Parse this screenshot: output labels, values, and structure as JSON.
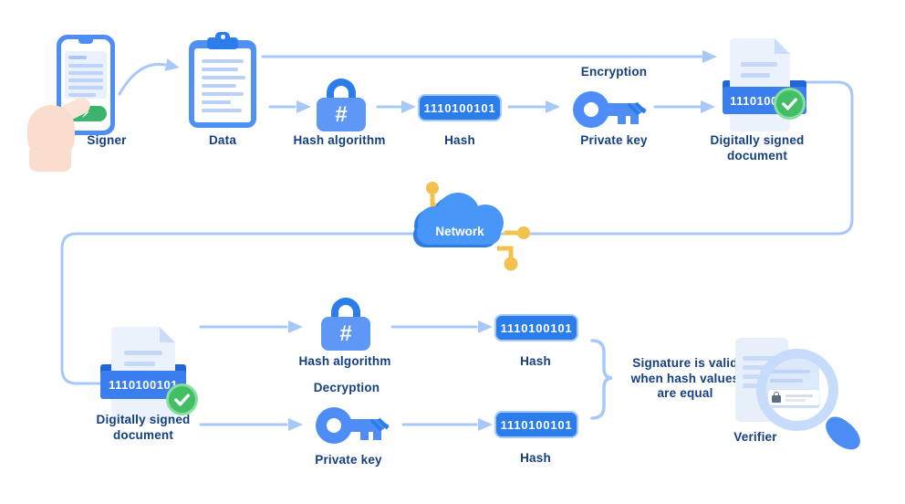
{
  "colors": {
    "primary_blue": "#2b7de9",
    "medium_blue": "#4d8df5",
    "band_blue": "#3b7fee",
    "band_back_blue": "#2265d4",
    "connector_blue": "#a8c8f8",
    "navy_text": "#143f80",
    "paper_blue": "#ebf2fc",
    "check_green": "#42be64",
    "sign_button_green": "#3cb46e",
    "circuit_yellow": "#f2c14e",
    "cloud_blue": "#4796f8",
    "cloud_shadow_blue": "#2e7ce8",
    "hand_skin": "#fce3d8"
  },
  "top_flow": {
    "signer_label": "Signer",
    "data_label": "Data",
    "hash_algorithm_label": "Hash algorithm",
    "hash_symbol": "#",
    "hash_value": "1110100101",
    "hash_label": "Hash",
    "encryption_label": "Encryption",
    "private_key_label": "Private key",
    "signed_doc_binary": "1110100101",
    "signed_doc_label_line1": "Digitally signed",
    "signed_doc_label_line2": "document"
  },
  "network": {
    "label": "Network"
  },
  "bottom_flow": {
    "signed_doc_binary": "1110100101",
    "signed_doc_label_line1": "Digitally signed",
    "signed_doc_label_line2": "document",
    "hash_algorithm_label": "Hash algorithm",
    "hash_symbol": "#",
    "hash_top_value": "1110100101",
    "hash_top_label": "Hash",
    "decryption_label": "Decryption",
    "private_key_label": "Private key",
    "hash_bottom_value": "1110100101",
    "hash_bottom_label": "Hash",
    "note_line1": "Signature is valid",
    "note_line2": "when hash values",
    "note_line3": "are equal",
    "verifier_label": "Verifier"
  }
}
